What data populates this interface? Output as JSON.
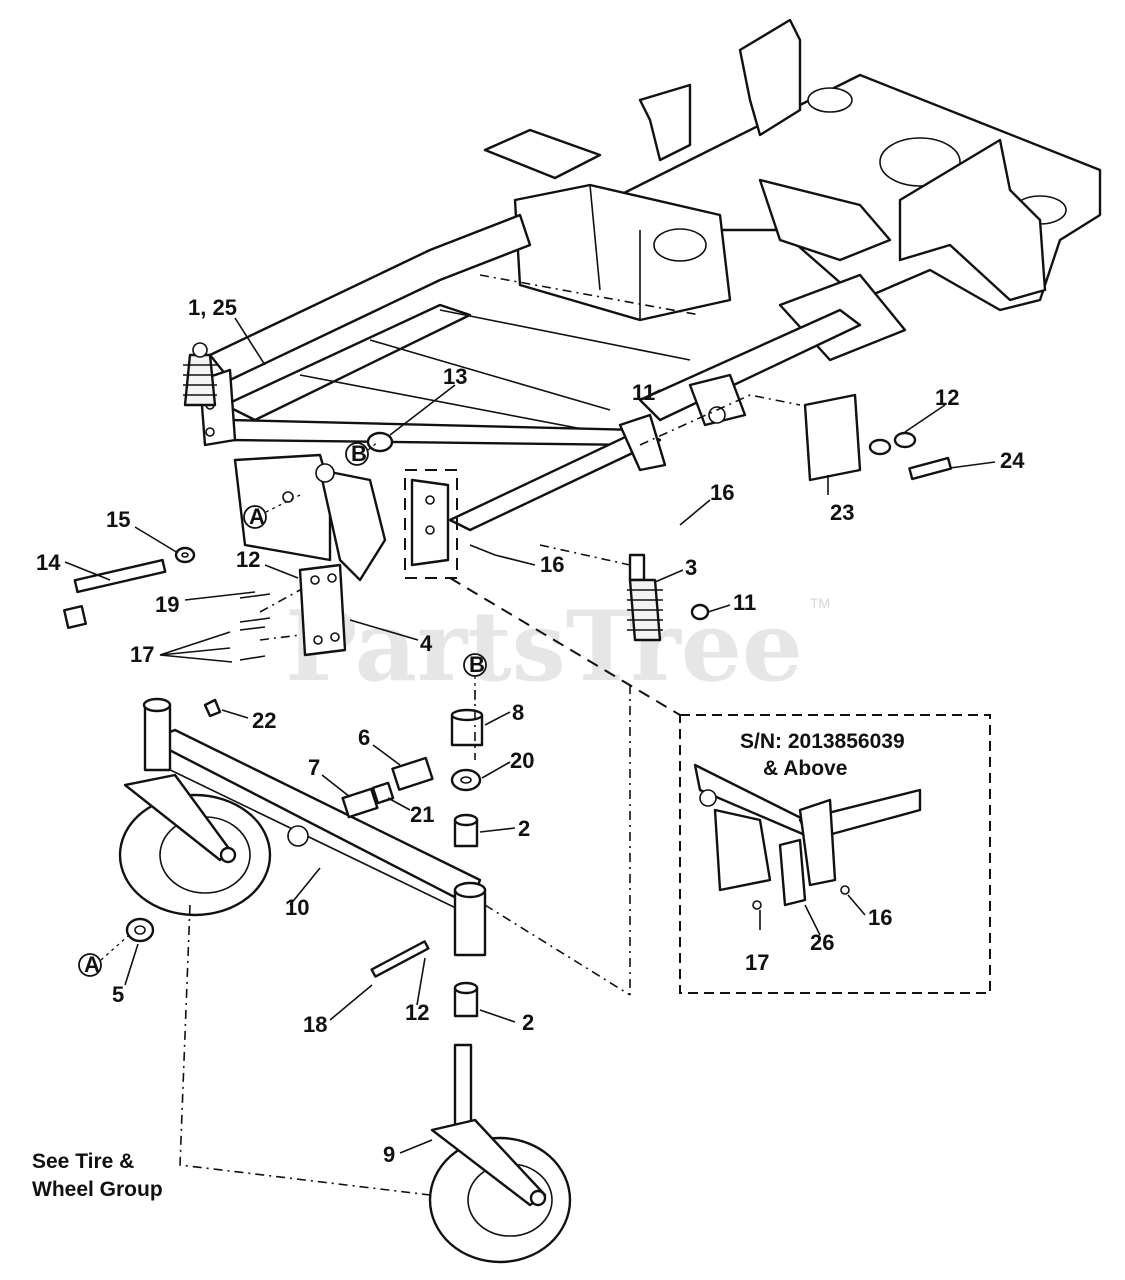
{
  "watermark": {
    "text": "PartsTree",
    "trademark": "TM"
  },
  "callouts": [
    {
      "id": "c-1-25",
      "text": "1, 25"
    },
    {
      "id": "c-13",
      "text": "13"
    },
    {
      "id": "c-11a",
      "text": "11"
    },
    {
      "id": "c-12a",
      "text": "12"
    },
    {
      "id": "c-24",
      "text": "24"
    },
    {
      "id": "c-23",
      "text": "23"
    },
    {
      "id": "c-16a",
      "text": "16"
    },
    {
      "id": "c-16b",
      "text": "16"
    },
    {
      "id": "c-3",
      "text": "3"
    },
    {
      "id": "c-11b",
      "text": "11"
    },
    {
      "id": "c-15",
      "text": "15"
    },
    {
      "id": "c-14",
      "text": "14"
    },
    {
      "id": "c-12b",
      "text": "12"
    },
    {
      "id": "c-19",
      "text": "19"
    },
    {
      "id": "c-17",
      "text": "17"
    },
    {
      "id": "c-4",
      "text": "4"
    },
    {
      "id": "c-22",
      "text": "22"
    },
    {
      "id": "c-8",
      "text": "8"
    },
    {
      "id": "c-6",
      "text": "6"
    },
    {
      "id": "c-7",
      "text": "7"
    },
    {
      "id": "c-20",
      "text": "20"
    },
    {
      "id": "c-21",
      "text": "21"
    },
    {
      "id": "c-2a",
      "text": "2"
    },
    {
      "id": "c-10",
      "text": "10"
    },
    {
      "id": "c-5",
      "text": "5"
    },
    {
      "id": "c-18",
      "text": "18"
    },
    {
      "id": "c-12c",
      "text": "12"
    },
    {
      "id": "c-2b",
      "text": "2"
    },
    {
      "id": "c-9",
      "text": "9"
    },
    {
      "id": "c-16c",
      "text": "16"
    },
    {
      "id": "c-26",
      "text": "26"
    },
    {
      "id": "c-17b",
      "text": "17"
    }
  ],
  "markers": [
    {
      "id": "m-b1",
      "text": "B"
    },
    {
      "id": "m-a1",
      "text": "A"
    },
    {
      "id": "m-b2",
      "text": "B"
    },
    {
      "id": "m-a2",
      "text": "A"
    }
  ],
  "inset": {
    "line1": "S/N: 2013856039",
    "line2": "& Above"
  },
  "note": {
    "line1": "See Tire &",
    "line2": "Wheel Group"
  }
}
